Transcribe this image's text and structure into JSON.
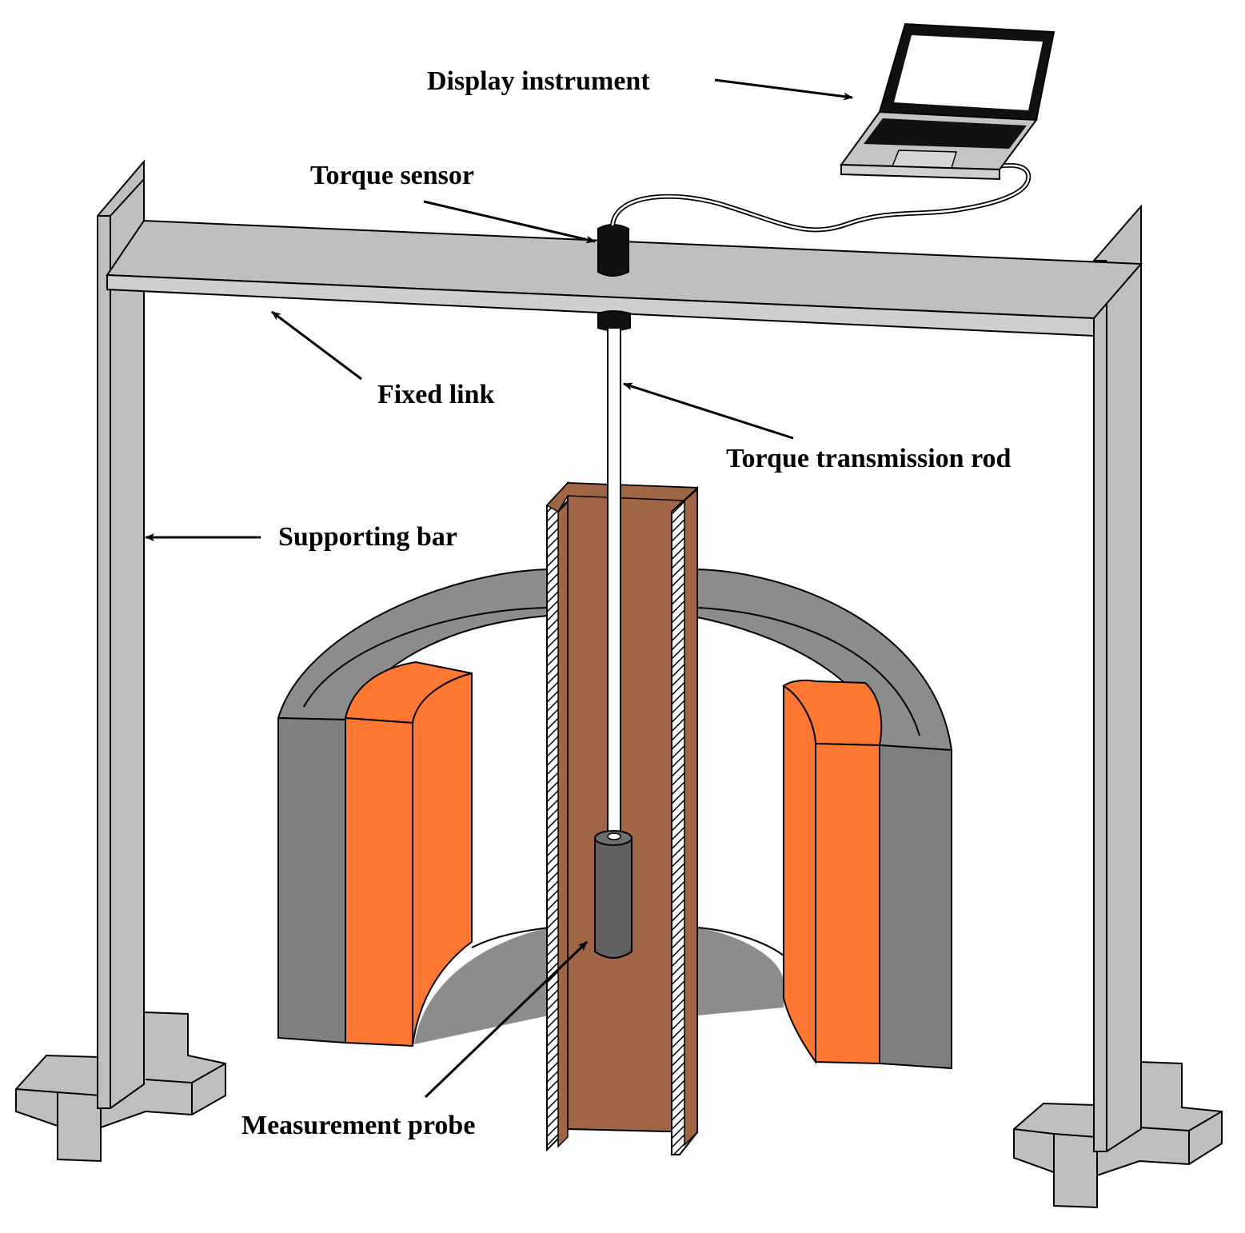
{
  "labels": {
    "display_instrument": "Display instrument",
    "torque_sensor": "Torque sensor",
    "fixed_link": "Fixed link",
    "torque_transmission_rod": "Torque transmission rod",
    "supporting_bar": "Supporting bar",
    "measurement_probe": "Measurement probe"
  },
  "colors": {
    "frame": "#bfbfbf",
    "magnet_core": "#8c8c8c",
    "coil": "#ff7833",
    "tube": "#9e6644",
    "probe": "#616161",
    "sensor": "#111111"
  }
}
